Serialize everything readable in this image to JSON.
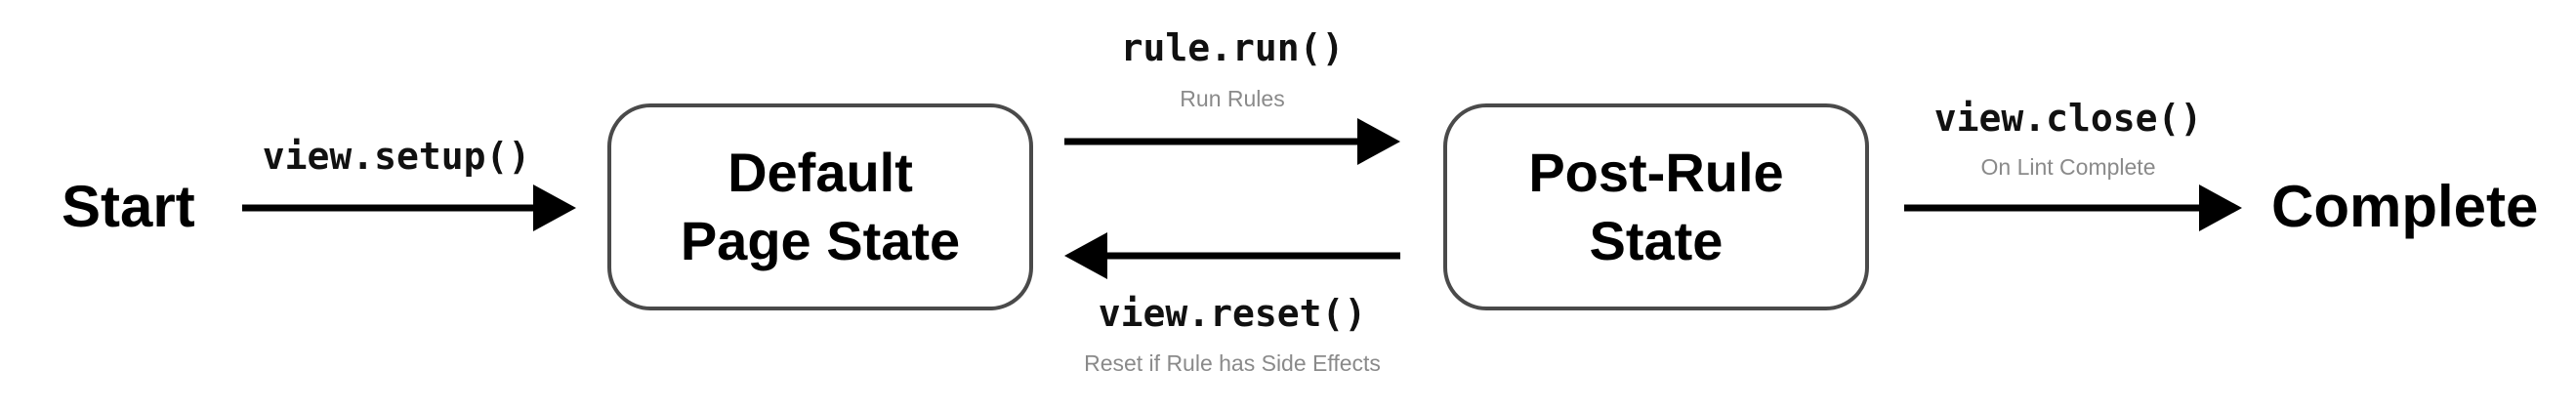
{
  "terminals": {
    "start": "Start",
    "complete": "Complete"
  },
  "states": {
    "default": "Default\nPage State",
    "post_rule": "Post-Rule\nState"
  },
  "transitions": {
    "setup": {
      "code": "view.setup()"
    },
    "run": {
      "code": "rule.run()",
      "description": "Run Rules"
    },
    "reset": {
      "code": "view.reset()",
      "description": "Reset if Rule has Side Effects"
    },
    "close": {
      "code": "view.close()",
      "description": "On Lint Complete"
    }
  },
  "colors": {
    "text": "#000000",
    "box_border": "#4a4a4a",
    "arrow": "#000000",
    "sub_label": "#8a8a8a"
  }
}
